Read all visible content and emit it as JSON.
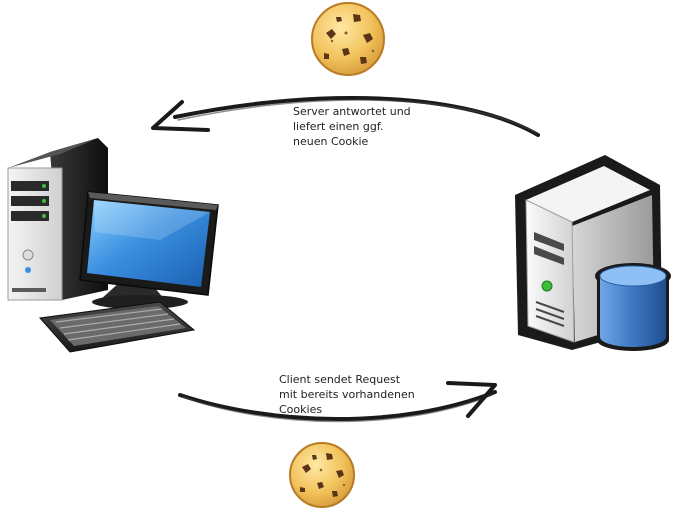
{
  "captions": {
    "server_response": {
      "lines": [
        "Server antwortet und",
        "liefert einen ggf.",
        "neuen Cookie"
      ]
    },
    "client_request": {
      "lines": [
        "Client sendet Request",
        "mit bereits vorhandenen",
        "Cookies"
      ]
    }
  },
  "colors": {
    "arrow": "#1a1a1a",
    "cookie_base": "#f2c35c",
    "cookie_edge": "#b87a25",
    "chip": "#5a3518",
    "monitor_screen": "#3a8fe0",
    "server_body": "#e6e6e6",
    "database": "#3d78c0",
    "led_green": "#3bbf3b"
  },
  "icons": [
    "cookie-icon",
    "desktop-computer-icon",
    "server-icon",
    "database-icon"
  ]
}
